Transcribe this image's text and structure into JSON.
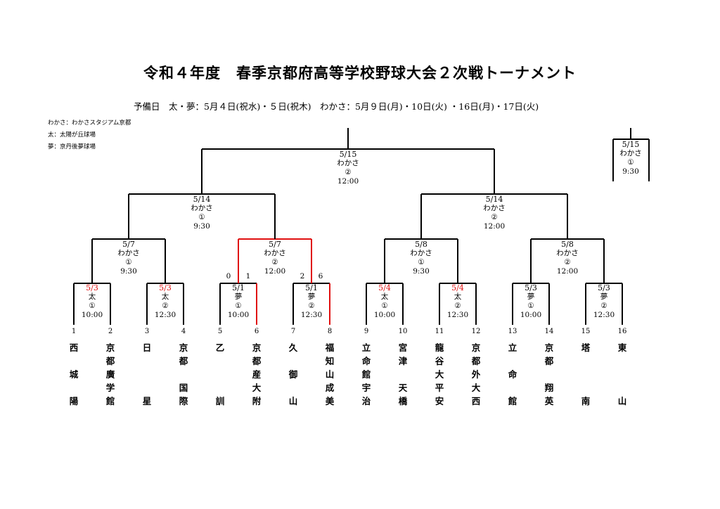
{
  "title": "令和４年度　春季京都府高等学校野球大会２次戦トーナメント",
  "reserve_days": "予備日　太・夢：5月４日(祝水)・５日(祝木)　わかさ：5月９日(月)・10日(火) ・16日(月)・17日(火)",
  "legend": [
    "わかさ：わかさスタジアム京都",
    "太：太陽が丘球場",
    "夢：京丹後夢球場"
  ],
  "colors": {
    "line": "#000000",
    "winner_path": "#e01010",
    "red_date": "#e01010"
  },
  "matches": {
    "r1": [
      {
        "date": "5/3",
        "venue": "太",
        "field": "①",
        "time": "10:00",
        "date_red": true
      },
      {
        "date": "5/3",
        "venue": "太",
        "field": "②",
        "time": "12:30",
        "date_red": true
      },
      {
        "date": "5/1",
        "venue": "夢",
        "field": "①",
        "time": "10:00",
        "date_red": false
      },
      {
        "date": "5/1",
        "venue": "夢",
        "field": "②",
        "time": "12:30",
        "date_red": false
      },
      {
        "date": "5/4",
        "venue": "太",
        "field": "①",
        "time": "10:00",
        "date_red": true
      },
      {
        "date": "5/4",
        "venue": "太",
        "field": "②",
        "time": "12:30",
        "date_red": true
      },
      {
        "date": "5/3",
        "venue": "夢",
        "field": "①",
        "time": "10:00",
        "date_red": false
      },
      {
        "date": "5/3",
        "venue": "夢",
        "field": "②",
        "time": "12:30",
        "date_red": false
      }
    ],
    "r2": [
      {
        "date": "5/7",
        "venue": "わかさ",
        "field": "①",
        "time": "9:30"
      },
      {
        "date": "5/7",
        "venue": "わかさ",
        "field": "②",
        "time": "12:00"
      },
      {
        "date": "5/8",
        "venue": "わかさ",
        "field": "①",
        "time": "9:30"
      },
      {
        "date": "5/8",
        "venue": "わかさ",
        "field": "②",
        "time": "12:00"
      }
    ],
    "r3": [
      {
        "date": "5/14",
        "venue": "わかさ",
        "field": "①",
        "time": "9:30"
      },
      {
        "date": "5/14",
        "venue": "わかさ",
        "field": "②",
        "time": "12:00"
      }
    ],
    "final": {
      "date": "5/15",
      "venue": "わかさ",
      "field": "②",
      "time": "12:00"
    },
    "extra": {
      "date": "5/15",
      "venue": "わかさ",
      "field": "①",
      "time": "9:30"
    }
  },
  "scores": [
    {
      "label": "0",
      "team": 5
    },
    {
      "label": "1",
      "team": 6
    },
    {
      "label": "2",
      "team": 7
    },
    {
      "label": "6",
      "team": 8
    }
  ],
  "teams": [
    {
      "no": "1",
      "name": "西城陽"
    },
    {
      "no": "2",
      "name": "京都廣学館"
    },
    {
      "no": "3",
      "name": "日星"
    },
    {
      "no": "4",
      "name": "京都国際"
    },
    {
      "no": "5",
      "name": "乙訓"
    },
    {
      "no": "6",
      "name": "京都産大附"
    },
    {
      "no": "7",
      "name": "久御山"
    },
    {
      "no": "8",
      "name": "福知山成美"
    },
    {
      "no": "9",
      "name": "立命館宇治"
    },
    {
      "no": "10",
      "name": "宮津天橋"
    },
    {
      "no": "11",
      "name": "龍谷大平安"
    },
    {
      "no": "12",
      "name": "京都外大西"
    },
    {
      "no": "13",
      "name": "立命館"
    },
    {
      "no": "14",
      "name": "京都翔英"
    },
    {
      "no": "15",
      "name": "塔南"
    },
    {
      "no": "16",
      "name": "東山"
    }
  ]
}
